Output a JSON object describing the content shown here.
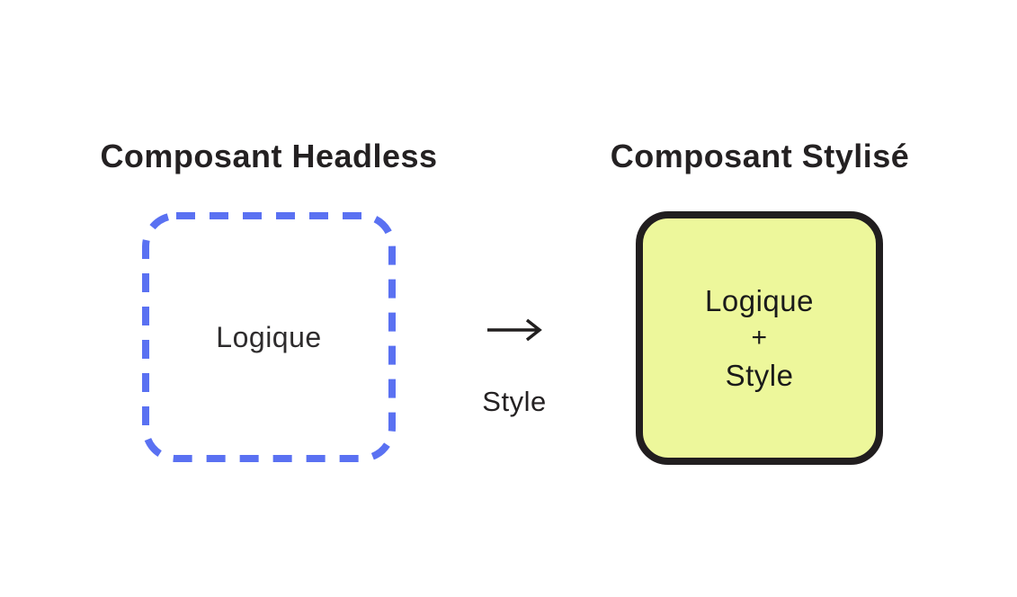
{
  "diagram": {
    "left": {
      "title": "Composant Headless",
      "box_label": "Logique"
    },
    "transform": {
      "label": "Style",
      "arrow_icon": "right-arrow"
    },
    "right": {
      "title": "Composant Stylisé",
      "box_lines": [
        "Logique",
        "+",
        "Style"
      ]
    }
  },
  "colors": {
    "dashed_border": "#5A71F2",
    "styled_fill": "#EDF79B",
    "styled_border": "#211E1F",
    "title_color": "#242122",
    "logic_text": "#2E2C2D",
    "box_text": "#1A1A1A",
    "arrow_color": "#211F1F",
    "bg": "#FFFFFF"
  }
}
